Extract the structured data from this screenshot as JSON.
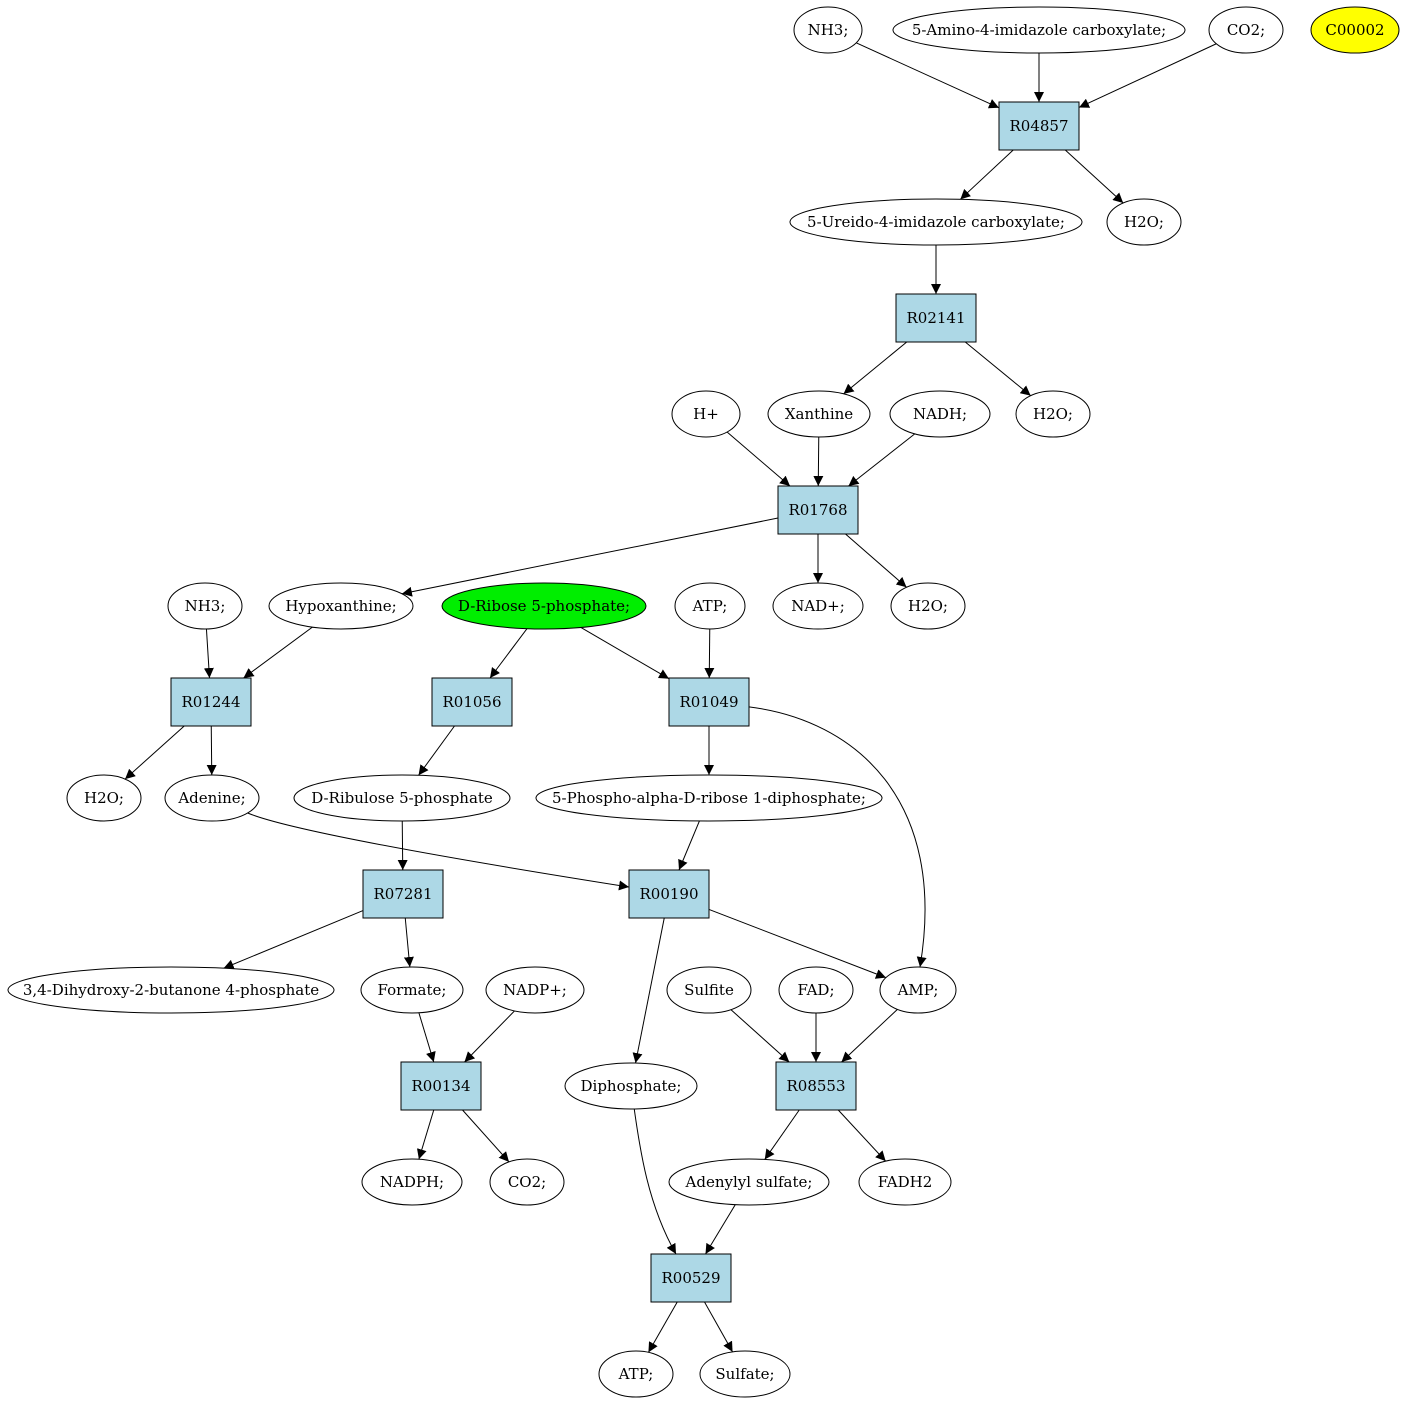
{
  "colors": {
    "reaction_fill": "#add8e6",
    "compound_fill": "#ffffff",
    "highlight_green": "#00ee00",
    "highlight_yellow": "#ffff00",
    "stroke": "#000000"
  },
  "nodes": {
    "nh3_top": {
      "label": "NH3;",
      "kind": "compound"
    },
    "aic": {
      "label": "5-Amino-4-imidazole carboxylate;",
      "kind": "compound"
    },
    "co2_top": {
      "label": "CO2;",
      "kind": "compound"
    },
    "c00002": {
      "label": "C00002",
      "kind": "compound",
      "color": "yellow"
    },
    "r04857": {
      "label": "R04857",
      "kind": "reaction"
    },
    "uic": {
      "label": "5-Ureido-4-imidazole carboxylate;",
      "kind": "compound"
    },
    "h2o_1": {
      "label": "H2O;",
      "kind": "compound"
    },
    "r02141": {
      "label": "R02141",
      "kind": "reaction"
    },
    "hplus": {
      "label": "H+",
      "kind": "compound"
    },
    "xanthine": {
      "label": "Xanthine",
      "kind": "compound"
    },
    "nadh": {
      "label": "NADH;",
      "kind": "compound"
    },
    "h2o_2": {
      "label": "H2O;",
      "kind": "compound"
    },
    "r01768": {
      "label": "R01768",
      "kind": "reaction"
    },
    "nh3_mid": {
      "label": "NH3;",
      "kind": "compound"
    },
    "hypoxanthine": {
      "label": "Hypoxanthine;",
      "kind": "compound"
    },
    "r5p": {
      "label": "D-Ribose 5-phosphate;",
      "kind": "compound",
      "color": "green"
    },
    "atp_mid": {
      "label": "ATP;",
      "kind": "compound"
    },
    "nadplus": {
      "label": "NAD+;",
      "kind": "compound"
    },
    "h2o_3": {
      "label": "H2O;",
      "kind": "compound"
    },
    "r01244": {
      "label": "R01244",
      "kind": "reaction"
    },
    "r01056": {
      "label": "R01056",
      "kind": "reaction"
    },
    "r01049": {
      "label": "R01049",
      "kind": "reaction"
    },
    "h2o_4": {
      "label": "H2O;",
      "kind": "compound"
    },
    "adenine": {
      "label": "Adenine;",
      "kind": "compound"
    },
    "ru5p": {
      "label": "D-Ribulose 5-phosphate",
      "kind": "compound"
    },
    "prpp": {
      "label": "5-Phospho-alpha-D-ribose 1-diphosphate;",
      "kind": "compound"
    },
    "r07281": {
      "label": "R07281",
      "kind": "reaction"
    },
    "r00190": {
      "label": "R00190",
      "kind": "reaction"
    },
    "dhbp": {
      "label": "3,4-Dihydroxy-2-butanone 4-phosphate",
      "kind": "compound"
    },
    "formate": {
      "label": "Formate;",
      "kind": "compound"
    },
    "nadpplus": {
      "label": "NADP+;",
      "kind": "compound"
    },
    "sulfite": {
      "label": "Sulfite",
      "kind": "compound"
    },
    "fad": {
      "label": "FAD;",
      "kind": "compound"
    },
    "amp": {
      "label": "AMP;",
      "kind": "compound"
    },
    "r00134": {
      "label": "R00134",
      "kind": "reaction"
    },
    "diphosphate": {
      "label": "Diphosphate;",
      "kind": "compound"
    },
    "r08553": {
      "label": "R08553",
      "kind": "reaction"
    },
    "nadph": {
      "label": "NADPH;",
      "kind": "compound"
    },
    "co2_bot": {
      "label": "CO2;",
      "kind": "compound"
    },
    "aps": {
      "label": "Adenylyl sulfate;",
      "kind": "compound"
    },
    "fadh2": {
      "label": "FADH2",
      "kind": "compound"
    },
    "r00529": {
      "label": "R00529",
      "kind": "reaction"
    },
    "atp_bot": {
      "label": "ATP;",
      "kind": "compound"
    },
    "sulfate": {
      "label": "Sulfate;",
      "kind": "compound"
    }
  },
  "edges": [
    {
      "from": "nh3_top",
      "to": "r04857"
    },
    {
      "from": "aic",
      "to": "r04857"
    },
    {
      "from": "co2_top",
      "to": "r04857"
    },
    {
      "from": "r04857",
      "to": "uic"
    },
    {
      "from": "r04857",
      "to": "h2o_1"
    },
    {
      "from": "uic",
      "to": "r02141"
    },
    {
      "from": "r02141",
      "to": "xanthine"
    },
    {
      "from": "r02141",
      "to": "h2o_2"
    },
    {
      "from": "hplus",
      "to": "r01768"
    },
    {
      "from": "xanthine",
      "to": "r01768"
    },
    {
      "from": "nadh",
      "to": "r01768"
    },
    {
      "from": "r01768",
      "to": "hypoxanthine"
    },
    {
      "from": "r01768",
      "to": "nadplus"
    },
    {
      "from": "r01768",
      "to": "h2o_3"
    },
    {
      "from": "nh3_mid",
      "to": "r01244"
    },
    {
      "from": "hypoxanthine",
      "to": "r01244"
    },
    {
      "from": "r5p",
      "to": "r01056"
    },
    {
      "from": "r5p",
      "to": "r01049"
    },
    {
      "from": "atp_mid",
      "to": "r01049"
    },
    {
      "from": "r01244",
      "to": "h2o_4"
    },
    {
      "from": "r01244",
      "to": "adenine"
    },
    {
      "from": "r01056",
      "to": "ru5p"
    },
    {
      "from": "r01049",
      "to": "prpp"
    },
    {
      "from": "r01049",
      "to": "amp"
    },
    {
      "from": "ru5p",
      "to": "r07281"
    },
    {
      "from": "adenine",
      "to": "r00190"
    },
    {
      "from": "prpp",
      "to": "r00190"
    },
    {
      "from": "r07281",
      "to": "dhbp"
    },
    {
      "from": "r07281",
      "to": "formate"
    },
    {
      "from": "r00190",
      "to": "amp"
    },
    {
      "from": "r00190",
      "to": "diphosphate"
    },
    {
      "from": "formate",
      "to": "r00134"
    },
    {
      "from": "nadpplus",
      "to": "r00134"
    },
    {
      "from": "sulfite",
      "to": "r08553"
    },
    {
      "from": "fad",
      "to": "r08553"
    },
    {
      "from": "amp",
      "to": "r08553"
    },
    {
      "from": "r00134",
      "to": "nadph"
    },
    {
      "from": "r00134",
      "to": "co2_bot"
    },
    {
      "from": "r08553",
      "to": "aps"
    },
    {
      "from": "r08553",
      "to": "fadh2"
    },
    {
      "from": "diphosphate",
      "to": "r00529"
    },
    {
      "from": "aps",
      "to": "r00529"
    },
    {
      "from": "r00529",
      "to": "atp_bot"
    },
    {
      "from": "r00529",
      "to": "sulfate"
    }
  ]
}
